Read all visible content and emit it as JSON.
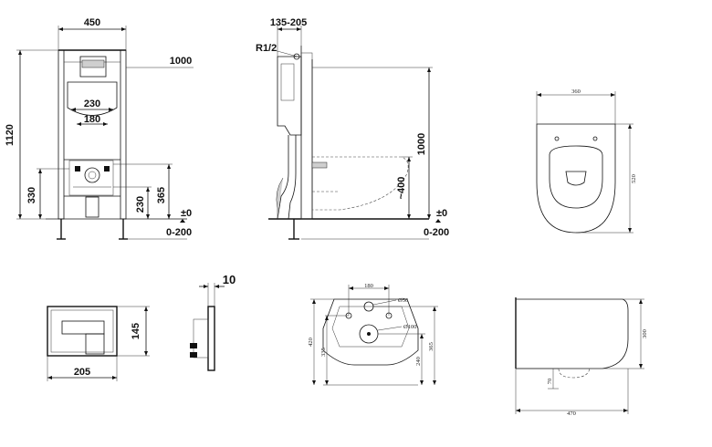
{
  "front_view": {
    "width_label": "450",
    "height_total_label": "1120",
    "height_1000_label": "1000",
    "width_230_label": "230",
    "width_180_label": "180",
    "height_330_label": "330",
    "height_230_label": "230",
    "height_365_label": "365",
    "zero_label": "±0",
    "floor_range_label": "0-200"
  },
  "side_view": {
    "depth_label": "135-205",
    "thread_label": "R1/2",
    "height_1000_label": "1000",
    "height_400_label": "~400",
    "zero_label": "±0",
    "floor_range_label": "0-200"
  },
  "plate_view": {
    "width_label": "205",
    "height_label": "145"
  },
  "plate_side_view": {
    "thickness_label": "10"
  },
  "bowl_top_view": {
    "width_label": "360",
    "depth_label": "520"
  },
  "bowl_back_view": {
    "width_180_label": "180",
    "hole_56_label": "Ø56",
    "hole_100_label": "Ø100",
    "height_420_label": "420",
    "height_335_label": "335",
    "height_240_label": "240",
    "height_365_label": "365"
  },
  "bowl_side_view": {
    "height_label": "300",
    "outlet_label": "70",
    "depth_label": "470"
  }
}
